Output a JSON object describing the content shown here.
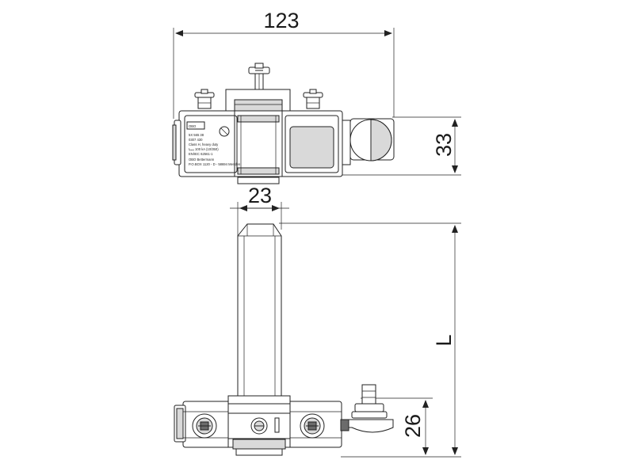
{
  "dimensions": {
    "width_top": "123",
    "height_top": "33",
    "width_clamp": "23",
    "length": "L",
    "height_bottom": "26"
  },
  "product_label": {
    "line1": "5X 565 38",
    "line2": "0307 430",
    "line3": "Class H, heavy duty",
    "line4": "Iₑₘₑ 100 kA (10/350)",
    "line5": "EN/IEC 62561-1",
    "line6": "OBO Bettermann",
    "line7": "P.O.BOX 1120 - D - 58694 Menden"
  },
  "colors": {
    "line": "#222222",
    "shade": "#d9d9d9",
    "dark": "#6b6b6b"
  }
}
